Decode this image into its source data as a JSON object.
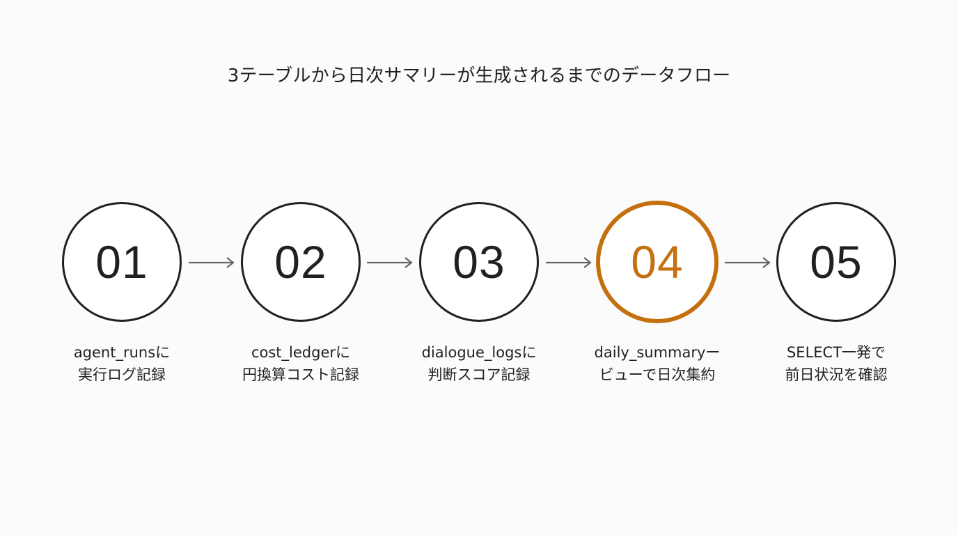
{
  "title": "3テーブルから日次サマリーが生成されるまでのデータフロー",
  "colors": {
    "background": "#fbfbfb",
    "stroke": "#231f1c",
    "accent": "#c4700f",
    "arrow": "#666666"
  },
  "steps": [
    {
      "number": "01",
      "line1": "agent_runsに",
      "line2": "実行ログ記録",
      "highlight": false
    },
    {
      "number": "02",
      "line1": "cost_ledgerに",
      "line2": "円換算コスト記録",
      "highlight": false
    },
    {
      "number": "03",
      "line1": "dialogue_logsに",
      "line2": "判断スコア記録",
      "highlight": false
    },
    {
      "number": "04",
      "line1": "daily_summaryー",
      "line2": "ビューで日次集約",
      "highlight": true
    },
    {
      "number": "05",
      "line1": "SELECT一発で",
      "line2": "前日状況を確認",
      "highlight": false
    }
  ],
  "arrows": [
    {
      "from": "01",
      "to": "02",
      "icon": "arrow-right-icon"
    },
    {
      "from": "02",
      "to": "03",
      "icon": "arrow-right-icon"
    },
    {
      "from": "03",
      "to": "04",
      "icon": "arrow-right-icon"
    },
    {
      "from": "04",
      "to": "05",
      "icon": "arrow-right-icon"
    }
  ]
}
